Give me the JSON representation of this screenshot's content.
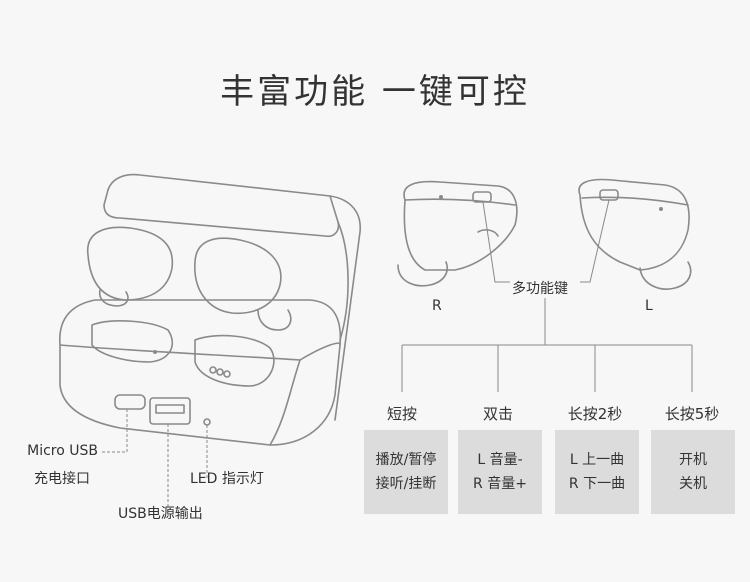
{
  "title": "丰富功能 一键可控",
  "case_labels": {
    "micro_usb_line1": "Micro USB",
    "micro_usb_line2": "充电接口",
    "led": "LED 指示灯",
    "usb_out": "USB电源输出"
  },
  "earbud_labels": {
    "right": "R",
    "left": "L",
    "multi_key": "多功能键"
  },
  "functions": [
    {
      "action": "短按",
      "lines": [
        "播放/暂停",
        "接听/挂断"
      ]
    },
    {
      "action": "双击",
      "lines": [
        "L 音量-",
        "R 音量+"
      ]
    },
    {
      "action": "长按2秒",
      "lines": [
        "L 上一曲",
        "R 下一曲"
      ]
    },
    {
      "action": "长按5秒",
      "lines": [
        "开机",
        "关机"
      ]
    }
  ],
  "colors": {
    "background": "#f7f7f7",
    "line": "#888888",
    "box": "#dcdcdc",
    "text": "#333333"
  }
}
